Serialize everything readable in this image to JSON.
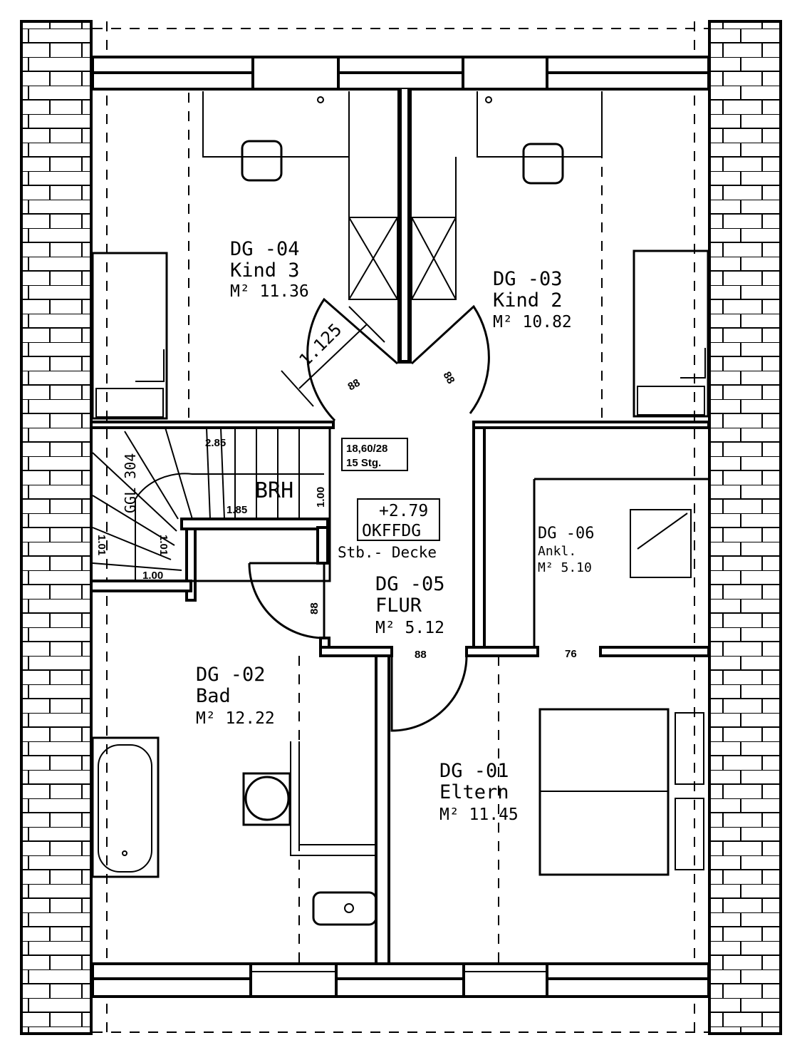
{
  "plan": {
    "rooms": [
      {
        "id": "DG -04",
        "name": "Kind 3",
        "area": "M² 11.36"
      },
      {
        "id": "DG -03",
        "name": "Kind 2",
        "area": "M² 10.82"
      },
      {
        "id": "DG -06",
        "name": "Ankl.",
        "area": "M² 5.10"
      },
      {
        "id": "DG -05",
        "name": "FLUR",
        "area": "M² 5.12"
      },
      {
        "id": "DG -02",
        "name": "Bad",
        "area": "M² 12.22"
      },
      {
        "id": "DG -01",
        "name": "Eltern",
        "area": "M² 11.45"
      }
    ],
    "stair": {
      "rise_run": "18,60/28",
      "steps": "15 Stg.",
      "label": "BRH",
      "ggl": "GGL 304",
      "dims": [
        "2.85",
        "1.85",
        "1.00",
        "1.00",
        "1.01",
        "1.01"
      ]
    },
    "level": {
      "value": "+2.79",
      "ref": "OKFFDG"
    },
    "ceiling": "Stb.- Decke",
    "door_heights": [
      "88",
      "88",
      "88",
      "88"
    ],
    "dimension_diag": "1.125",
    "opening_width": "76"
  }
}
